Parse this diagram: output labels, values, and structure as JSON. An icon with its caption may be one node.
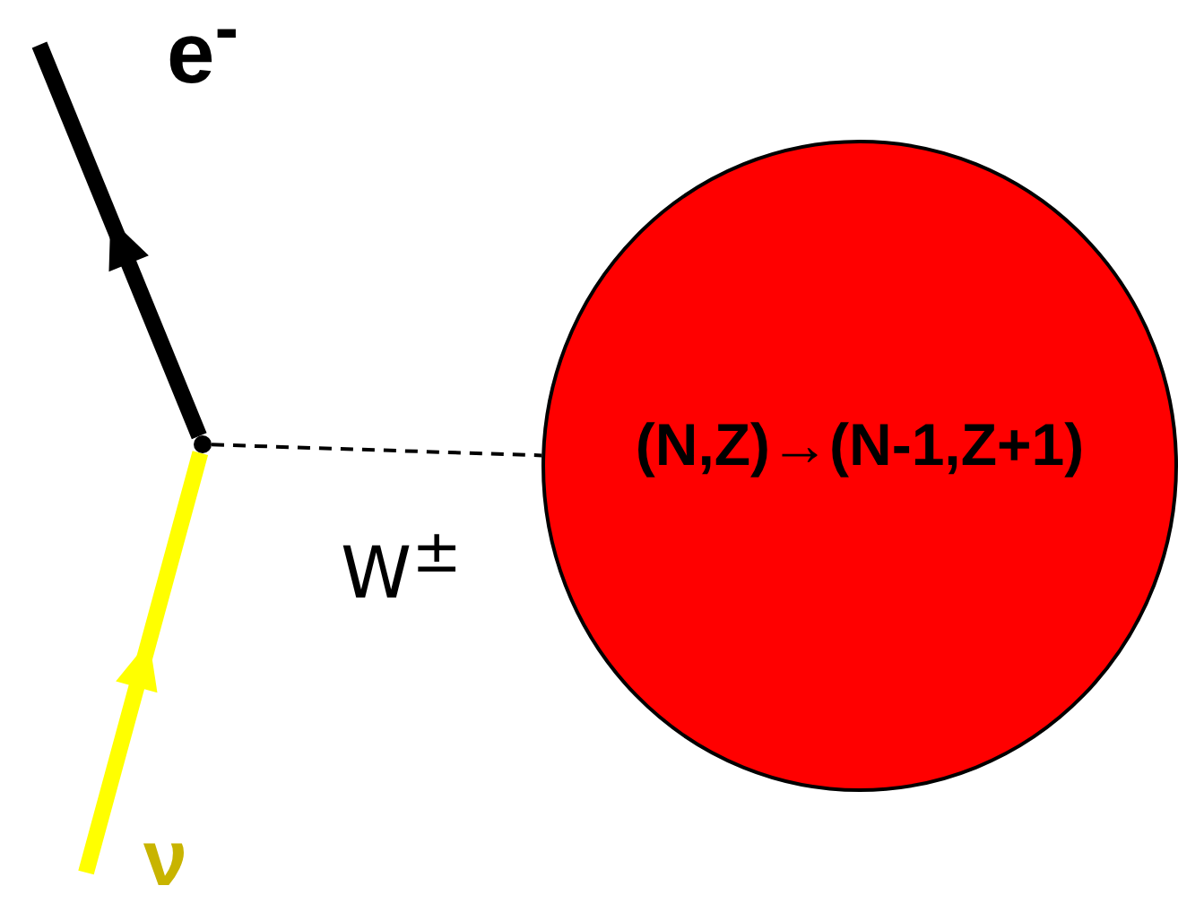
{
  "diagram": {
    "nodes": [
      {
        "text": [],
        "shape": "circle"
      },
      {
        "text": [
          "**(N,Z)**→**(N-1,Z+1)**"
        ]
      }
    ],
    "edges": [
      {
        "from": 0,
        "to": null,
        "arrow": "to"
      },
      {
        "from": null,
        "to": 0,
        "arrow": "to",
        "color": "#ffff00"
      },
      {
        "from": 0,
        "to": 1,
        "arrow": "none",
        "style": "dashed",
        "label": "W$^{±}$"
      }
    ],
    "labels": [
      "e$^{-}$",
      "ν"
    ]
  }
}
